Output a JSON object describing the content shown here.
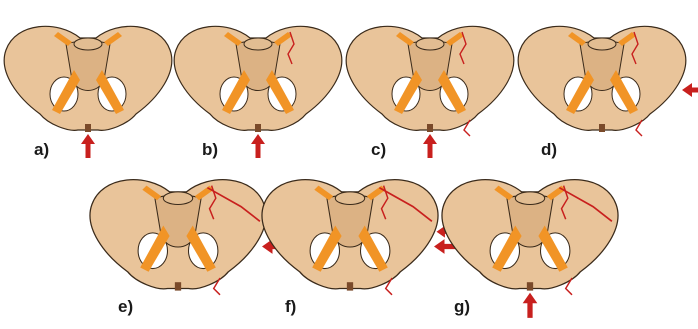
{
  "figure": {
    "panels": [
      {
        "id": "a",
        "label": "a)",
        "force_arrow": "up"
      },
      {
        "id": "b",
        "label": "b)",
        "force_arrow": "up"
      },
      {
        "id": "c",
        "label": "c)",
        "force_arrow": "up"
      },
      {
        "id": "d",
        "label": "d)",
        "force_arrow": "left"
      },
      {
        "id": "e",
        "label": "e)",
        "force_arrow": "left"
      },
      {
        "id": "f",
        "label": "f)",
        "force_arrow": "left-double"
      },
      {
        "id": "g",
        "label": "g)",
        "force_arrow": "up"
      }
    ],
    "colors": {
      "bone": "#e9c49a",
      "bone_outline": "#3a2a1a",
      "ligament": "#f19426",
      "fracture": "#c8201e",
      "arrow": "#c8201e",
      "foramen": "#ffffff"
    }
  }
}
